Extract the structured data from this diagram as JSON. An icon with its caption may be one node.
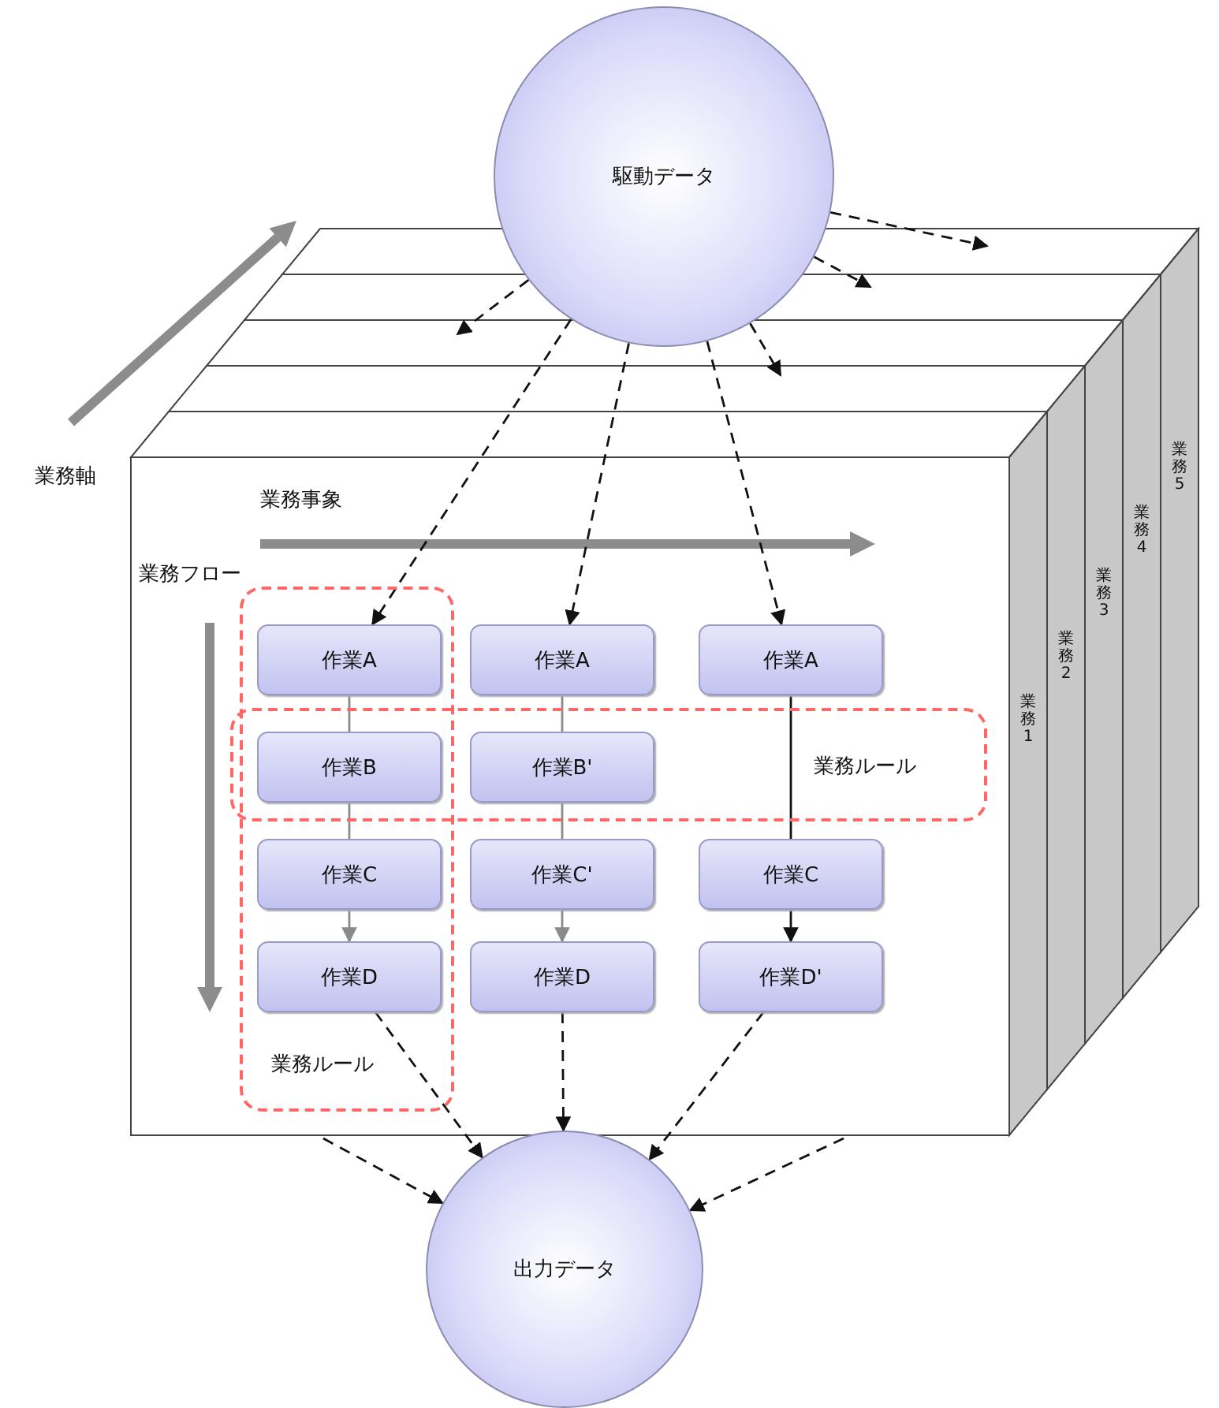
{
  "diagram": {
    "nodes": [
      {
        "text": [
          "駆動データ"
        ]
      },
      {
        "text": [
          "業務ルール"
        ]
      },
      {
        "text": [
          "業務ルール"
        ]
      },
      {
        "text": [
          "作業A"
        ],
        "in": 1
      },
      {
        "text": [
          "作業A"
        ]
      },
      {
        "text": [
          "作業A"
        ]
      },
      {
        "text": [
          "作業B"
        ]
      },
      {
        "text": [
          "作業B'"
        ],
        "in": 2
      },
      {
        "text": [
          "作業C"
        ],
        "in": 1
      },
      {
        "text": [
          "作業C'"
        ]
      },
      {
        "text": [
          "作業C"
        ]
      },
      {
        "text": [
          "作業D"
        ],
        "in": 1
      },
      {
        "text": [
          "作業D"
        ]
      },
      {
        "text": [
          "作業D'"
        ]
      },
      {
        "text": [
          "出力データ"
        ]
      }
    ],
    "edges": [
      {
        "from": 0,
        "to": 3,
        "arrow": "to",
        "style": "dashed"
      },
      {
        "from": 0,
        "to": 4,
        "arrow": "to",
        "style": "dashed"
      },
      {
        "from": 0,
        "to": 5,
        "arrow": "to",
        "style": "dashed"
      },
      {
        "from": 0,
        "to": null,
        "arrow": "to",
        "style": "dashed"
      },
      {
        "from": 0,
        "to": null,
        "arrow": "to",
        "style": "dashed"
      },
      {
        "from": 0,
        "to": null,
        "arrow": "to",
        "style": "dashed"
      },
      {
        "from": 0,
        "to": null,
        "arrow": "to",
        "style": "dashed"
      },
      {
        "from": 3,
        "to": 6,
        "arrow": "none",
        "color": "#8a8a8a"
      },
      {
        "from": 6,
        "to": 8,
        "arrow": "none",
        "color": "#8a8a8a"
      },
      {
        "from": 8,
        "to": 11,
        "arrow": "to",
        "color": "#8a8a8a"
      },
      {
        "from": 4,
        "to": 7,
        "arrow": "none",
        "color": "#8a8a8a"
      },
      {
        "from": 7,
        "to": 9,
        "arrow": "none",
        "color": "#8a8a8a"
      },
      {
        "from": 9,
        "to": 12,
        "arrow": "to",
        "color": "#8a8a8a"
      },
      {
        "from": 5,
        "to": 10,
        "arrow": "none"
      },
      {
        "from": 10,
        "to": 13,
        "arrow": "to"
      },
      {
        "from": 11,
        "to": 14,
        "arrow": "to",
        "style": "dashed"
      },
      {
        "from": 12,
        "to": 14,
        "arrow": "to",
        "style": "dashed"
      },
      {
        "from": 13,
        "to": 14,
        "arrow": "to",
        "style": "dashed"
      },
      {
        "from": null,
        "to": 14,
        "arrow": "to",
        "style": "dashed"
      },
      {
        "from": null,
        "to": 14,
        "arrow": "to",
        "style": "dashed"
      }
    ],
    "labels": [
      "業務軸",
      "業務事象",
      "業務フロー",
      "業務1",
      "業務2",
      "業務3",
      "業務4",
      "業務5"
    ]
  }
}
